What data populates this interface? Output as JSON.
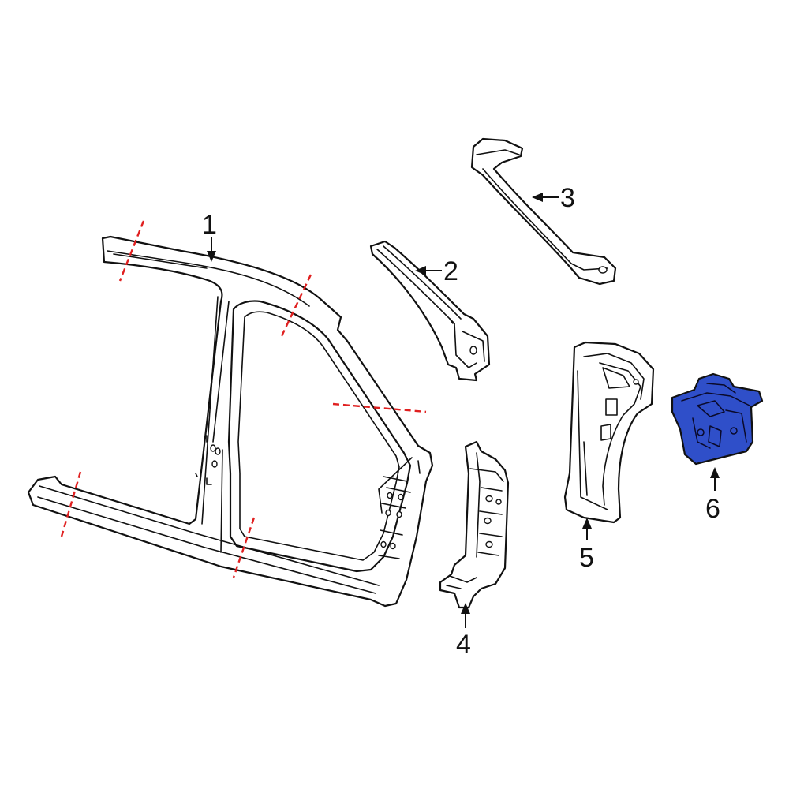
{
  "diagram": {
    "colors": {
      "highlight_part": "#2f4fc9",
      "cut_lines": "#e02020",
      "outline": "#111111",
      "background": "#ffffff"
    },
    "highlighted_part": "6",
    "callouts": [
      {
        "id": "1",
        "label": "1"
      },
      {
        "id": "2",
        "label": "2"
      },
      {
        "id": "3",
        "label": "3"
      },
      {
        "id": "4",
        "label": "4"
      },
      {
        "id": "5",
        "label": "5"
      },
      {
        "id": "6",
        "label": "6"
      }
    ]
  }
}
